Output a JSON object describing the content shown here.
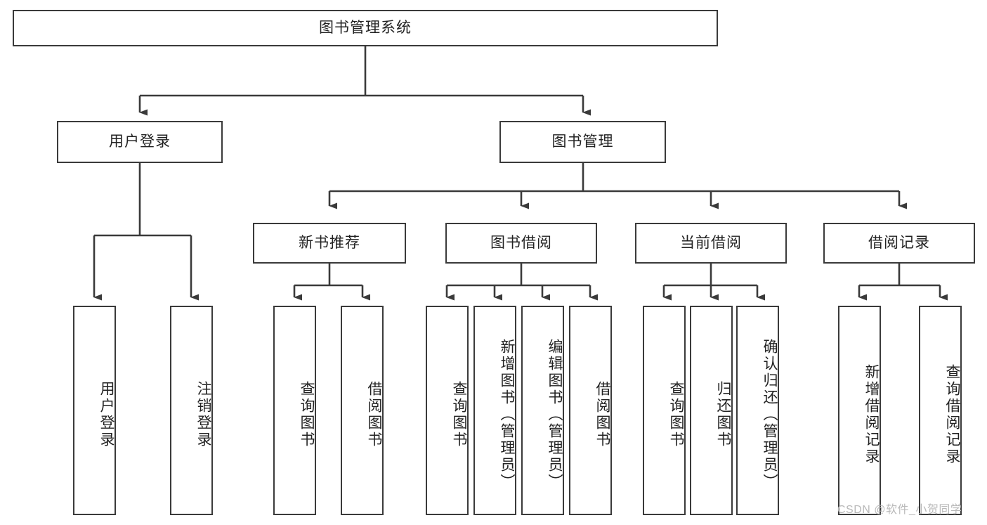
{
  "diagram": {
    "type": "tree",
    "title": "图书管理系统",
    "root": {
      "id": "root",
      "label": "图书管理系统"
    },
    "level2": [
      {
        "id": "user-login",
        "label": "用户登录"
      },
      {
        "id": "book-manage",
        "label": "图书管理"
      }
    ],
    "level3": [
      {
        "id": "new-book-recommend",
        "label": "新书推荐",
        "parent": "book-manage"
      },
      {
        "id": "book-borrow",
        "label": "图书借阅",
        "parent": "book-manage"
      },
      {
        "id": "current-borrow",
        "label": "当前借阅",
        "parent": "book-manage"
      },
      {
        "id": "borrow-record",
        "label": "借阅记录",
        "parent": "book-manage"
      }
    ],
    "leaves": [
      {
        "id": "leaf-user-login",
        "label": "用户登录",
        "parent": "user-login"
      },
      {
        "id": "leaf-user-logout",
        "label": "注销登录",
        "parent": "user-login"
      },
      {
        "id": "leaf-query-book-1",
        "label": "查询图书",
        "parent": "new-book-recommend"
      },
      {
        "id": "leaf-borrow-book-1",
        "label": "借阅图书",
        "parent": "new-book-recommend"
      },
      {
        "id": "leaf-query-book-2",
        "label": "查询图书",
        "parent": "book-borrow"
      },
      {
        "id": "leaf-add-book",
        "label": "新增图书（管理员）",
        "parent": "book-borrow"
      },
      {
        "id": "leaf-edit-book",
        "label": "编辑图书（管理员）",
        "parent": "book-borrow"
      },
      {
        "id": "leaf-borrow-book-2",
        "label": "借阅图书",
        "parent": "book-borrow"
      },
      {
        "id": "leaf-query-book-3",
        "label": "查询图书",
        "parent": "current-borrow"
      },
      {
        "id": "leaf-return-book",
        "label": "归还图书",
        "parent": "current-borrow"
      },
      {
        "id": "leaf-confirm-return",
        "label": "确认归还（管理员）",
        "parent": "current-borrow"
      },
      {
        "id": "leaf-add-record",
        "label": "新增借阅记录",
        "parent": "borrow-record"
      },
      {
        "id": "leaf-query-record",
        "label": "查询借阅记录",
        "parent": "borrow-record"
      }
    ],
    "colors": {
      "border": "#3a3a3a",
      "text": "#222222",
      "background": "#ffffff",
      "watermark": "#b9b9b9"
    }
  },
  "watermark": {
    "text": "CSDN @软件_小贺同学"
  }
}
